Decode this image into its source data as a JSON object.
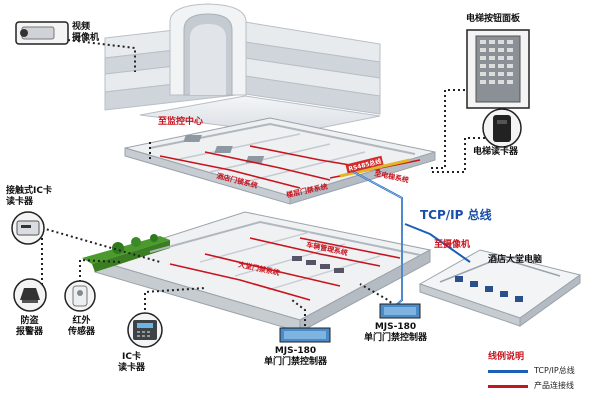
{
  "diagram": {
    "labels": {
      "video_camera": [
        "视频",
        "摄像机"
      ],
      "elevator_panel": "电梯按钮面板",
      "monitoring_center": "至监控中心",
      "elevator_reader": "电梯读卡器",
      "contact_reader": [
        "接触式IC卡",
        "读卡器"
      ],
      "tcp_bus": "TCP/IP 总线",
      "to_camera": "至摄像机",
      "lobby_pc": "酒店大堂电脑",
      "alarm": [
        "防盗",
        "报警器"
      ],
      "ir_sensor": [
        "红外",
        "传感器"
      ],
      "ic_reader": [
        "IC卡",
        "读卡器"
      ],
      "mjs_left": [
        "MJS-180",
        "单门门禁控制器"
      ],
      "mjs_right": [
        "MJS-180",
        "单门门禁控制器"
      ]
    },
    "floor_tags": {
      "rs485": "RS485总线",
      "elevator_system": "至电梯系统",
      "hotel_door_system": "酒店门锁系统",
      "floor_door_system": "楼层门禁系统",
      "parking_system": "车辆管理系统",
      "lobby_door_system": "大堂门禁系统"
    },
    "legend": {
      "title": "线例说明",
      "items": [
        {
          "label": "TCP/IP总线",
          "color": "#1b5fb8"
        },
        {
          "label": "产品连接线",
          "color": "#c8141e"
        }
      ]
    },
    "colors": {
      "tcp_line": "#1b5fb8",
      "product_line": "#c8141e",
      "dotted": "#222222",
      "grass": "#4a9a2e"
    }
  }
}
